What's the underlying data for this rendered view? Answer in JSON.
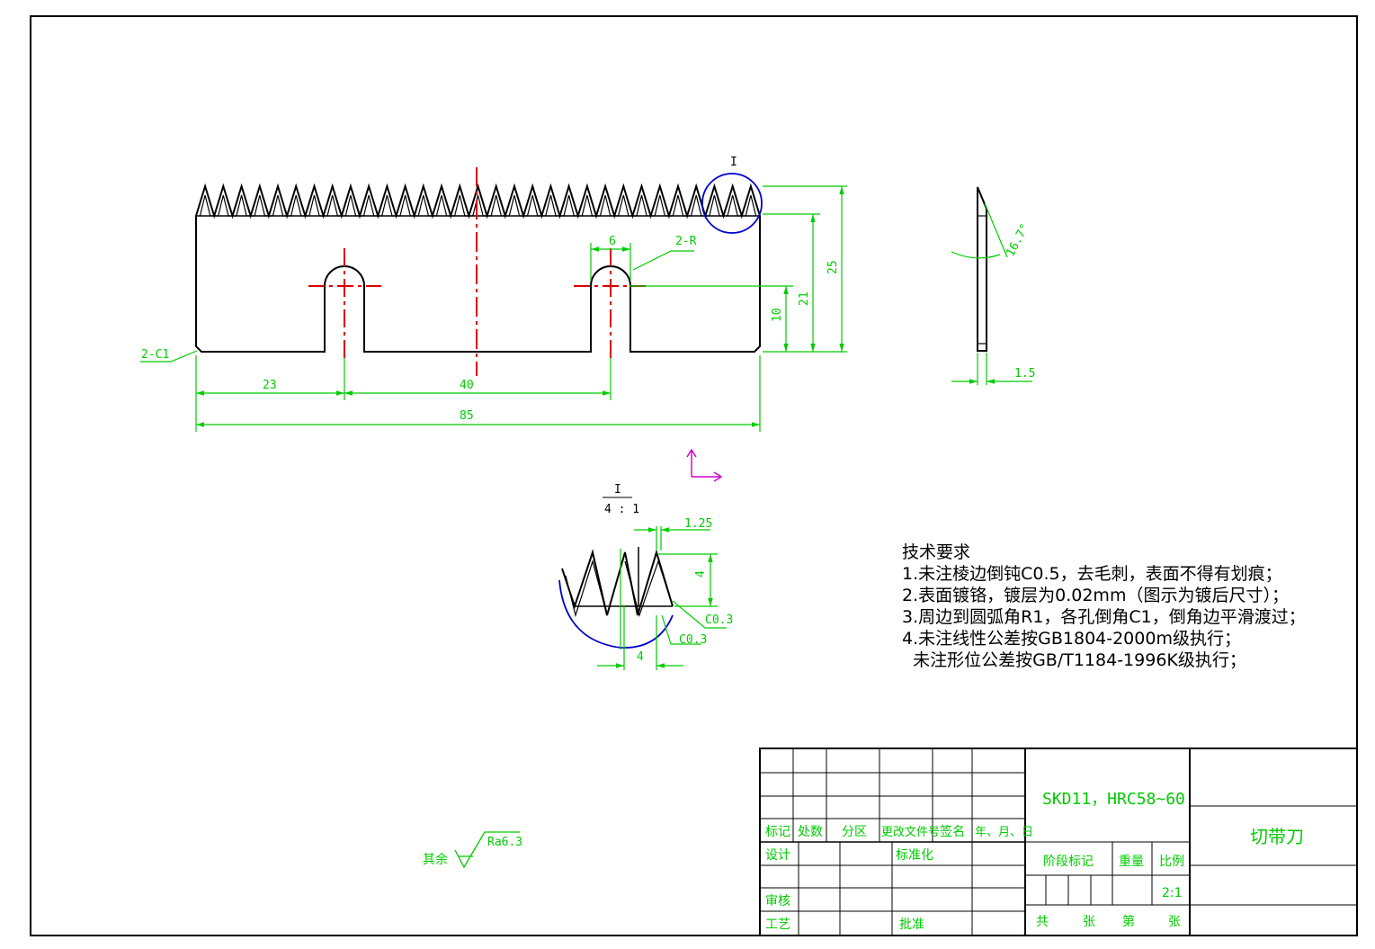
{
  "colors": {
    "outline": "#000000",
    "dimension": "#00cc00",
    "centerline": "#dd0000",
    "detail_circle": "#0000cc",
    "ucs_icon": "#cc00cc"
  },
  "main_view": {
    "detail_marker": "I",
    "dims": {
      "total_width": "85",
      "left_offset": "23",
      "slot_spacing": "40",
      "slot_width": "6",
      "slot_radius": "2-R",
      "height_total": "25",
      "height_body": "21",
      "slot_depth": "10",
      "corner_chamfer": "2-C1"
    }
  },
  "side_view": {
    "angle": "16.7°",
    "thickness": "1.5"
  },
  "detail_view": {
    "label": "I",
    "scale": "4 : 1",
    "dims": {
      "tooth_tip": "1.25",
      "tooth_height": "4",
      "pitch": "4",
      "chamfer_a": "C0.3",
      "chamfer_b": "C0.3"
    }
  },
  "tech_requirements": {
    "title": "技术要求",
    "lines": [
      "1.未注棱边倒钝C0.5，去毛刺，表面不得有划痕；",
      "2.表面镀铬，镀层为0.02mm（图示为镀后尺寸）；",
      "3.周边到圆弧角R1，各孔倒角C1，倒角边平滑渡过；",
      "4.未注线性公差按GB1804-2000m级执行；",
      "  未注形位公差按GB/T1184-1996K级执行；"
    ]
  },
  "surface_finish": {
    "label": "其余",
    "value": "Ra6.3"
  },
  "title_block": {
    "material": "SKD11，HRC58~60",
    "part_name": "切带刀",
    "headers": [
      "标记",
      "处数",
      "分区",
      "更改文件号",
      "签名",
      "年、月、日"
    ],
    "design": "设计",
    "standardization": "标准化",
    "review": "审核",
    "process": "工艺",
    "approve": "批准",
    "stage_mark": "阶段标记",
    "weight": "重量",
    "scale_label": "比例",
    "scale_value": "2:1",
    "total": "共",
    "sheets": "张",
    "sheet_no": "第",
    "sheet_unit": "张"
  }
}
